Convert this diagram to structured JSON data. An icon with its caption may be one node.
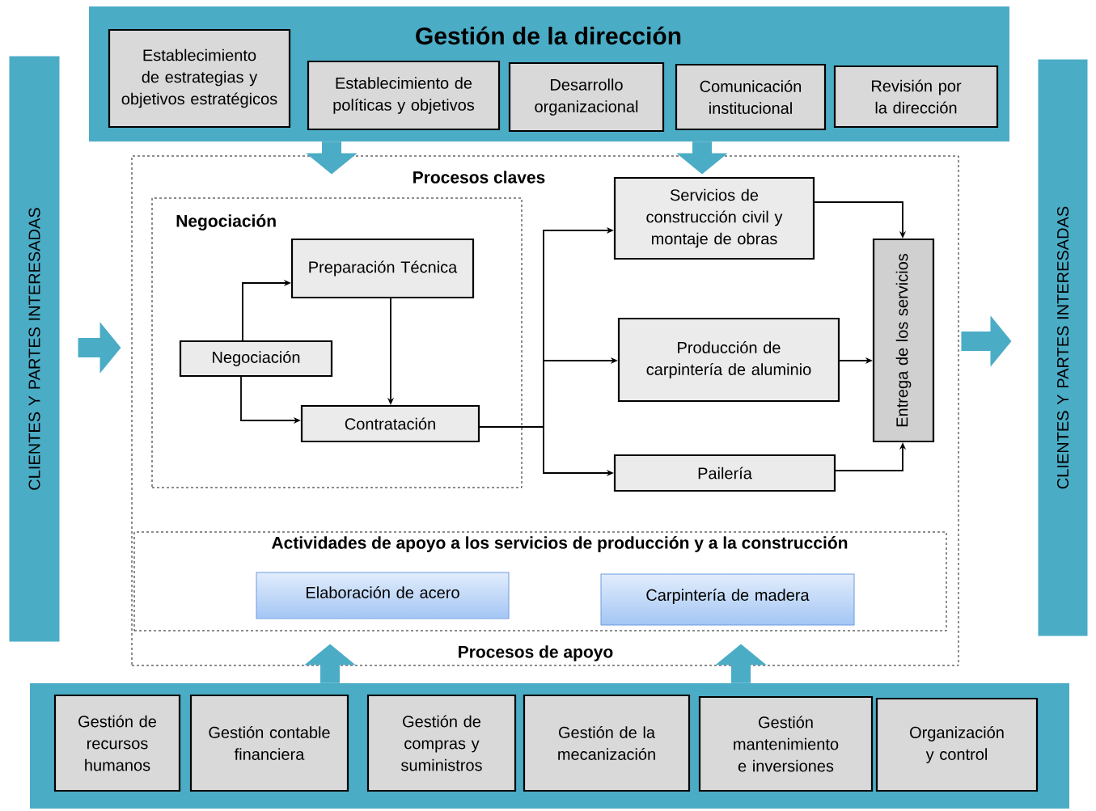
{
  "diagram": {
    "nodes": [
      {
        "text": [
          "Gestión de la dirección"
        ]
      },
      {
        "text": [
          "Establecimiento de estrategias y objetivos estratégicos"
        ],
        "in": 0
      },
      {
        "text": [
          "Establecimiento de políticas y objetivos"
        ],
        "in": 0
      },
      {
        "text": [
          "Desarrollo organizacional"
        ],
        "in": 0
      },
      {
        "text": [
          "Comunicación institucional"
        ],
        "in": 0
      },
      {
        "text": [
          "Revisión por la dirección"
        ],
        "in": 0
      },
      {
        "text": [
          "CLIENTES Y PARTES INTERESADAS"
        ]
      },
      {
        "text": [
          "CLIENTES Y PARTES INTERESADAS"
        ]
      },
      {
        "text": [
          "Procesos claves",
          "Procesos de apoyo"
        ]
      },
      {
        "text": [
          "Negociación"
        ],
        "in": 8
      },
      {
        "text": [
          "Preparación Técnica"
        ],
        "in": 9
      },
      {
        "text": [
          "Negociación"
        ],
        "in": 9
      },
      {
        "text": [
          "Contratación"
        ],
        "in": 9
      },
      {
        "text": [
          "Servicios de construcción civil y montaje de obras"
        ],
        "in": 8
      },
      {
        "text": [
          "Producción de carpintería de aluminio"
        ],
        "in": 8
      },
      {
        "text": [
          "Pailería"
        ],
        "in": 8
      },
      {
        "text": [
          "Entrega de los servicios"
        ],
        "in": 8
      },
      {
        "text": [
          "Actividades de apoyo a los servicios de producción y a la construcción"
        ],
        "in": 8
      },
      {
        "text": [
          "Elaboración de acero"
        ],
        "in": 17
      },
      {
        "text": [
          "Carpintería de madera"
        ],
        "in": 17
      },
      {
        "text": [],
        "shape": "box"
      },
      {
        "text": [
          "Gestión de recursos humanos"
        ],
        "in": 20
      },
      {
        "text": [
          "Gestión contable financiera"
        ],
        "in": 20
      },
      {
        "text": [
          "Gestión de compras y suministros"
        ],
        "in": 20
      },
      {
        "text": [
          "Gestión de la mecanización"
        ],
        "in": 20
      },
      {
        "text": [
          "Gestión mantenimiento e inversiones"
        ],
        "in": 20
      },
      {
        "text": [
          "Organización y control"
        ],
        "in": 20
      }
    ],
    "edges": [
      {
        "from": 11,
        "to": 10,
        "arrow": "to"
      },
      {
        "from": 11,
        "to": 12,
        "arrow": "to"
      },
      {
        "from": 10,
        "to": 12,
        "arrow": "to"
      },
      {
        "from": 12,
        "to": 13,
        "arrow": "to"
      },
      {
        "from": 12,
        "to": 14,
        "arrow": "to"
      },
      {
        "from": 12,
        "to": 15,
        "arrow": "to"
      },
      {
        "from": 13,
        "to": 16,
        "arrow": "to"
      },
      {
        "from": 14,
        "to": 16,
        "arrow": "to"
      },
      {
        "from": 15,
        "to": 16,
        "arrow": "to"
      },
      {
        "from": 0,
        "to": 8,
        "arrow": "to",
        "style": "thick",
        "color": "#4bacc6"
      },
      {
        "from": 0,
        "to": 8,
        "arrow": "to",
        "style": "thick",
        "color": "#4bacc6"
      },
      {
        "from": 20,
        "to": 8,
        "arrow": "to",
        "style": "thick",
        "color": "#4bacc6"
      },
      {
        "from": 20,
        "to": 8,
        "arrow": "to",
        "style": "thick",
        "color": "#4bacc6"
      },
      {
        "from": 6,
        "to": 8,
        "arrow": "to",
        "style": "thick",
        "color": "#4bacc6"
      },
      {
        "from": 8,
        "to": 7,
        "arrow": "to",
        "style": "thick",
        "color": "#4bacc6"
      }
    ]
  }
}
